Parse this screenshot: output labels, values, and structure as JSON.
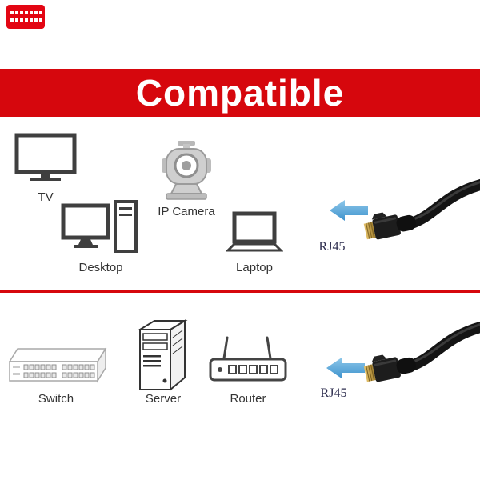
{
  "banner": {
    "title": "Compatible"
  },
  "top_section": {
    "devices": [
      {
        "label": "TV"
      },
      {
        "label": "IP Camera"
      },
      {
        "label": "Desktop"
      },
      {
        "label": "Laptop"
      }
    ],
    "cable_label": "RJ45"
  },
  "bottom_section": {
    "devices": [
      {
        "label": "Switch"
      },
      {
        "label": "Server"
      },
      {
        "label": "Router"
      }
    ],
    "cable_label": "RJ45"
  },
  "colors": {
    "banner_red": "#d6070d",
    "logo_red": "#e30613",
    "arrow_blue": "#3e92cd",
    "cable_black": "#141414"
  }
}
